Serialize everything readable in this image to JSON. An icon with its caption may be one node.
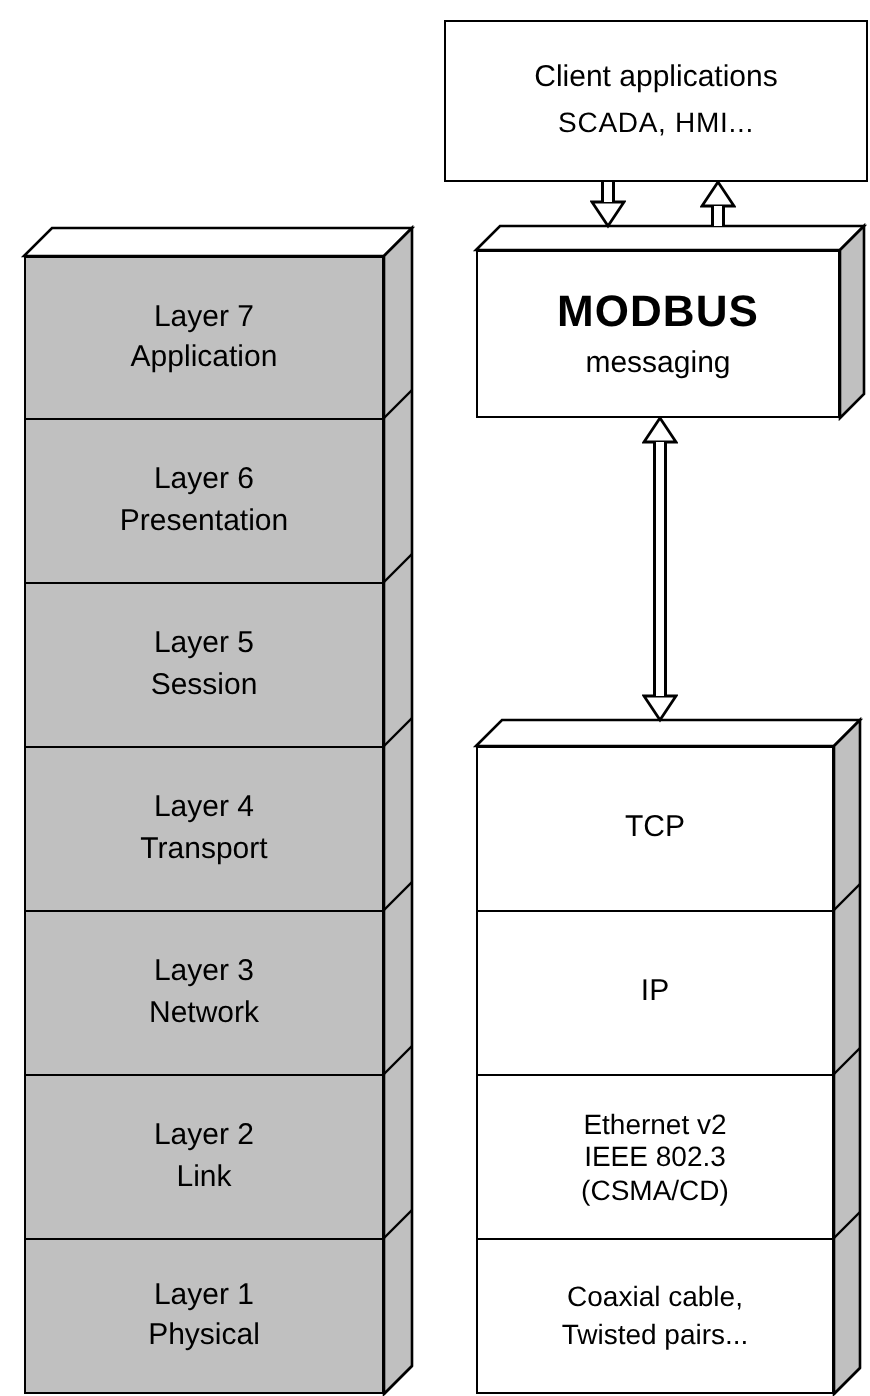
{
  "diagram": {
    "nodes": [
      {
        "text": [
          "Layer 7",
          "Application"
        ]
      },
      {
        "text": [
          "Layer 6",
          "Presentation"
        ]
      },
      {
        "text": [
          "Layer 5",
          "Session"
        ]
      },
      {
        "text": [
          "Layer 4",
          "Transport"
        ]
      },
      {
        "text": [
          "Layer 3",
          "Network"
        ]
      },
      {
        "text": [
          "Layer 2",
          "Link"
        ]
      },
      {
        "text": [
          "Layer 1",
          "Physical"
        ]
      },
      {
        "text": [
          "Client applications",
          "SCADA, HMI..."
        ]
      },
      {
        "text": [
          "MODBUS",
          "messaging"
        ]
      },
      {
        "text": [
          "TCP"
        ]
      },
      {
        "text": [
          "IP"
        ]
      },
      {
        "text": [
          "Ethernet v2",
          "IEEE 802.3",
          "(CSMA/CD)"
        ]
      },
      {
        "text": [
          "Coaxial cable, Twisted pairs..."
        ]
      }
    ],
    "edges": [
      {
        "from": 7,
        "to": 8,
        "arrow": "to"
      },
      {
        "from": 8,
        "to": 7,
        "arrow": "to"
      },
      {
        "from": 8,
        "to": 9,
        "arrow": "both"
      }
    ]
  }
}
